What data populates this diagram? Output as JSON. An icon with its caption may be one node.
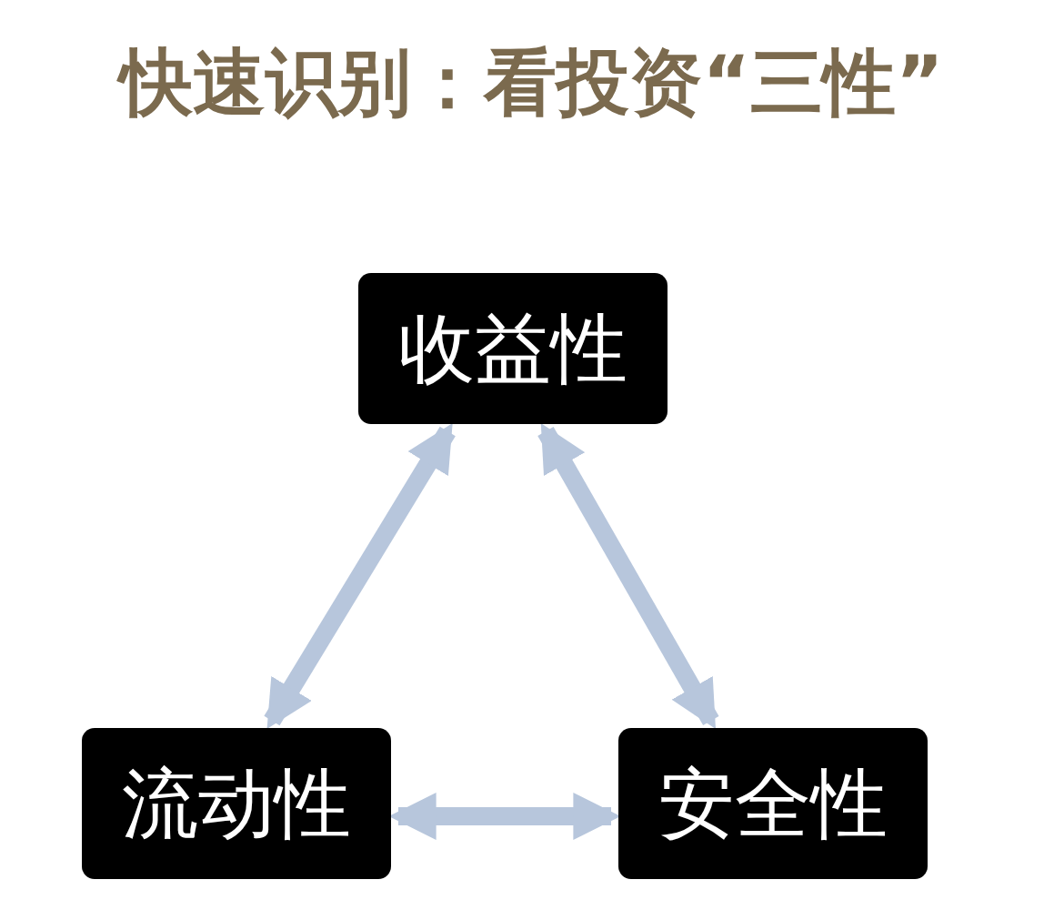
{
  "diagram": {
    "title": "快速识别：看投资“三性”",
    "nodes": [
      {
        "text": [
          "收益性"
        ]
      },
      {
        "text": [
          "流动性"
        ]
      },
      {
        "text": [
          "安全性"
        ]
      }
    ],
    "edges": [
      {
        "from": 0,
        "to": 1,
        "arrow": "both"
      },
      {
        "from": 0,
        "to": 2,
        "arrow": "both"
      },
      {
        "from": 1,
        "to": 2,
        "arrow": "both"
      }
    ]
  }
}
